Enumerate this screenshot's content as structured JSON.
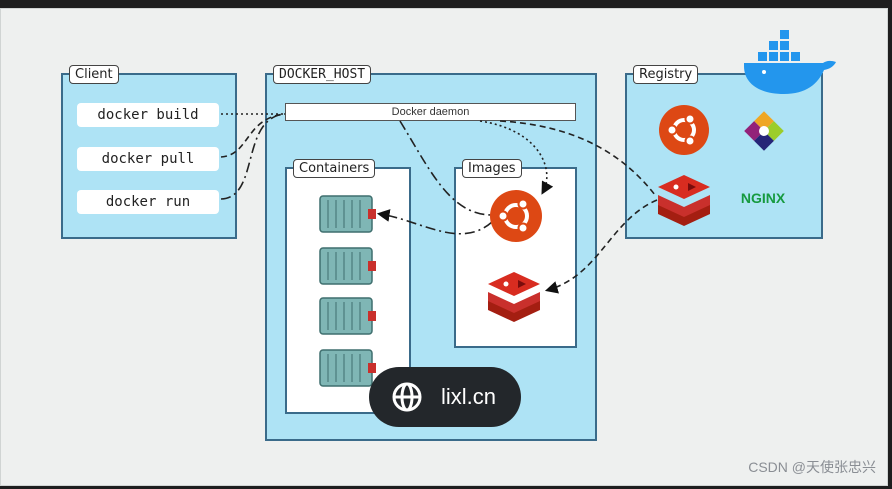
{
  "client": {
    "title": "Client",
    "commands": [
      "docker build",
      "docker pull",
      "docker run"
    ]
  },
  "docker_host": {
    "title": "DOCKER_HOST",
    "daemon_label": "Docker daemon",
    "containers_title": "Containers",
    "images_title": "Images"
  },
  "registry": {
    "title": "Registry",
    "nginx_label": "NGINX"
  },
  "badge": {
    "text": "lixl.cn",
    "icon": "globe-icon"
  },
  "watermark": "CSDN @天使张忠兴",
  "colors": {
    "panel_fill": "#aee3f5",
    "panel_border": "#3a6b8a",
    "ubuntu_orange": "#dd4814",
    "redis_red": "#c9302c",
    "nginx_green": "#169a3f",
    "container_teal": "#7fb6b5"
  }
}
